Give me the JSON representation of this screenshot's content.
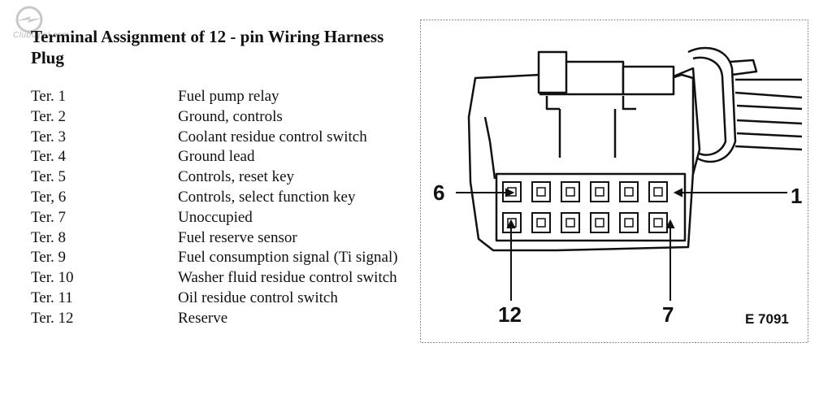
{
  "logo": {
    "text": "ClubOpel.com"
  },
  "title": "Terminal Assignment of 12 - pin Wiring Harness Plug",
  "terminals": [
    {
      "terminal": "Ter. 1",
      "description": "Fuel pump relay"
    },
    {
      "terminal": "Ter. 2",
      "description": "Ground, controls"
    },
    {
      "terminal": "Ter. 3",
      "description": "Coolant residue control switch"
    },
    {
      "terminal": "Ter. 4",
      "description": "Ground lead"
    },
    {
      "terminal": "Ter. 5",
      "description": "Controls, reset key"
    },
    {
      "terminal": "Ter, 6",
      "description": "Controls, select function key"
    },
    {
      "terminal": "Ter. 7",
      "description": "Unoccupied"
    },
    {
      "terminal": "Ter. 8",
      "description": "Fuel reserve sensor"
    },
    {
      "terminal": "Ter. 9",
      "description": "Fuel consumption signal (Ti signal)"
    },
    {
      "terminal": "Ter. 10",
      "description": "Washer fluid residue control switch"
    },
    {
      "terminal": "Ter. 11",
      "description": "Oil residue control switch"
    },
    {
      "terminal": "Ter. 12",
      "description": "Reserve"
    }
  ],
  "diagram": {
    "pin_labels": {
      "top_left": "6",
      "top_right": "1",
      "bottom_left": "12",
      "bottom_right": "7"
    },
    "figure_code": "E 7091"
  }
}
